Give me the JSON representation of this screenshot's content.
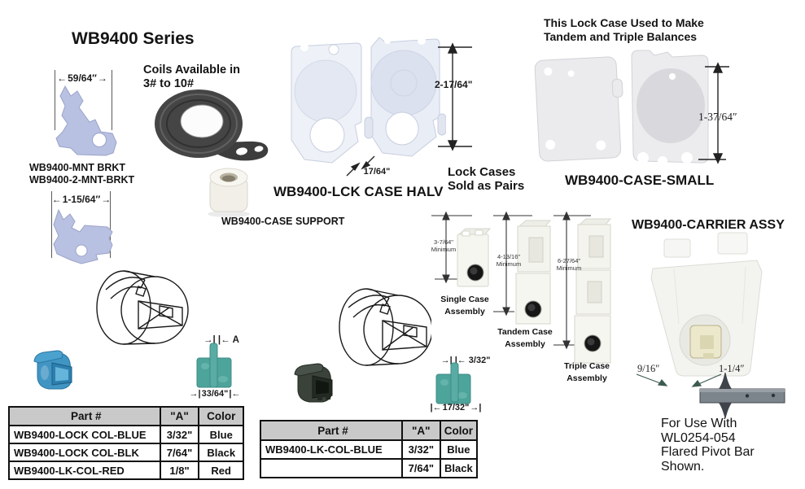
{
  "icons": {
    "arrow_left": "←",
    "arrow_right": "→",
    "pinch": "→| |←",
    "tick_in_right": "→|",
    "tick_in_left": "|←",
    "tick_out_left": "|←",
    "tick_out_right": "→|"
  },
  "header": {
    "title": "WB9400 Series"
  },
  "notes": {
    "coils_line1": "Coils Available in",
    "coils_line2": "3# to 10#",
    "lock_cases_line1": "Lock Cases",
    "lock_cases_line2": "Sold as Pairs",
    "tandem_line1": "This Lock Case Used to Make",
    "tandem_line2": "Tandem and Triple Balances",
    "for_use_line1": "For Use With",
    "for_use_line2": "WL0254-054",
    "for_use_line3": "Flared Pivot Bar",
    "for_use_line4": "Shown."
  },
  "parts": {
    "mount_bracket": {
      "label1": "WB9400-MNT BRKT",
      "label2": "WB9400-2-MNT-BRKT",
      "width_dim": "59/64″",
      "width_dim2": "1-15/64″"
    },
    "case_support": {
      "label": "WB9400-CASE SUPPORT"
    },
    "lock_case_halves": {
      "label": "WB9400-LCK CASE HALV",
      "height_dim": "2-17/64\"",
      "thickness_dim": "17/64\""
    },
    "case_small": {
      "label": "WB9400-CASE-SMALL",
      "height_dim": "1-37/64″"
    },
    "carrier": {
      "label": "WB9400-CARRIER ASSY",
      "depth_dim": "9/16″",
      "width_dim": "1-1/4″"
    },
    "assemblies": {
      "single": {
        "min_dim": "3-7/64\"",
        "min_word": "Minimum",
        "label1": "Single Case",
        "label2": "Assembly"
      },
      "tandem": {
        "min_dim": "4-13/16\"",
        "min_word": "Minimum",
        "label1": "Tandem Case",
        "label2": "Assembly"
      },
      "triple": {
        "min_dim": "6-27/64\"",
        "min_word": "Minimum",
        "label1": "Triple Case",
        "label2": "Assembly"
      }
    },
    "lock_collar_left": {
      "a_label": "A",
      "width_dim": "33/64\""
    },
    "lock_collar_mid": {
      "a_dim": "3/32\"",
      "width_dim": "17/32\""
    }
  },
  "table_left": {
    "headers": [
      "Part #",
      "\"A\"",
      "Color"
    ],
    "rows": [
      [
        "WB9400-LOCK COL-BLUE",
        "3/32\"",
        "Blue"
      ],
      [
        "WB9400-LOCK COL-BLK",
        "7/64\"",
        "Black"
      ],
      [
        "WB9400-LK-COL-RED",
        "1/8\"",
        "Red"
      ]
    ]
  },
  "table_mid": {
    "headers": [
      "Part #",
      "\"A\"",
      "Color"
    ],
    "rows": [
      [
        "WB9400-LK-COL-BLUE",
        "3/32\"",
        "Blue"
      ],
      [
        "",
        "7/64\"",
        "Black"
      ]
    ]
  },
  "colors": {
    "bracket": "#b9c1e2",
    "collar_blue": "#4095c3",
    "collar_dark": "#3a423a",
    "teal_part": "#4da49b",
    "table_header_bg": "#c9c9c9"
  }
}
